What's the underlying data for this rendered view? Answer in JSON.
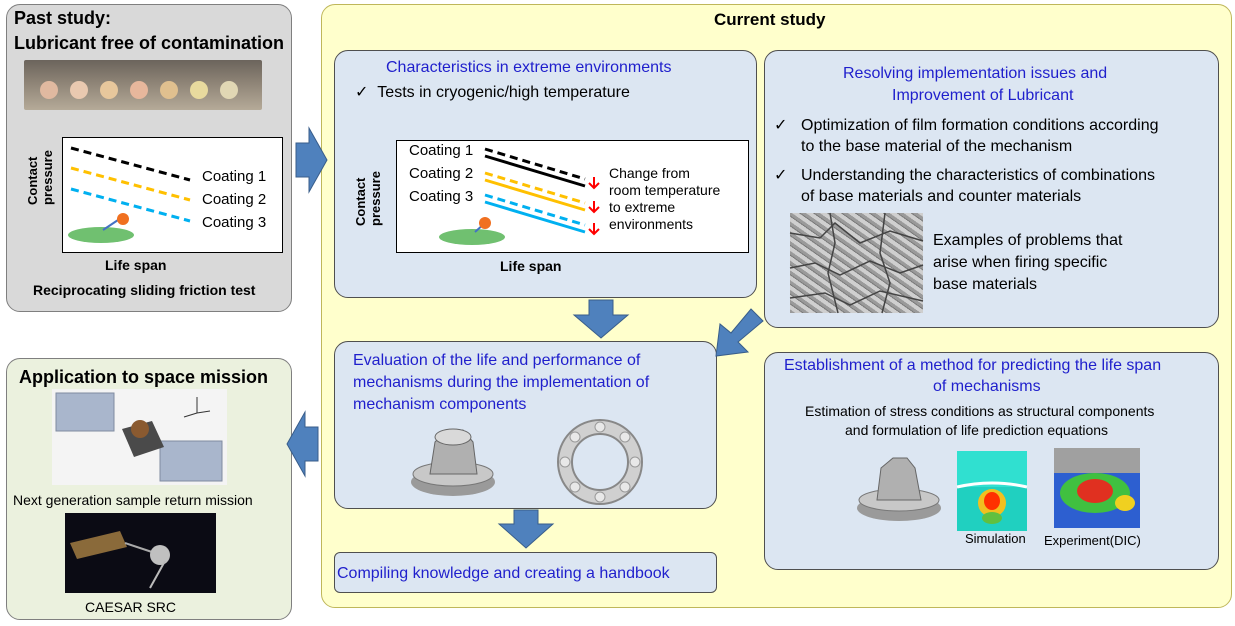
{
  "past": {
    "title_line1": "Past study:",
    "title_line2": "Lubricant free of contamination",
    "y_label_line1": "Contact",
    "y_label_line2": "pressure",
    "coatings": [
      "Coating 1",
      "Coating 2",
      "Coating 3"
    ],
    "x_label": "Life span",
    "test_caption": "Reciprocating sliding friction test"
  },
  "application": {
    "title": "Application to space mission",
    "caption1": "Next generation sample return mission",
    "caption2": "CAESAR SRC"
  },
  "current": {
    "title": "Current study",
    "characteristics": {
      "title": "Characteristics in extreme environments",
      "bullet": "Tests in cryogenic/high temperature",
      "y_label_line1": "Contact",
      "y_label_line2": "pressure",
      "coatings": [
        "Coating 1",
        "Coating 2",
        "Coating 3"
      ],
      "change_lines": [
        "Change from",
        "room temperature",
        "to extreme",
        "environments"
      ],
      "x_label": "Life span"
    },
    "resolving": {
      "title_line1": "Resolving implementation issues and",
      "title_line2": "Improvement of Lubricant",
      "bullet1_line1": "Optimization of film formation conditions according",
      "bullet1_line2": "to the base material of the mechanism",
      "bullet2_line1": "Understanding the characteristics of combinations",
      "bullet2_line2": "of base materials and counter materials",
      "example_lines": [
        "Examples of problems that",
        "arise when firing specific",
        "base materials"
      ]
    },
    "evaluation": {
      "title_lines": [
        "Evaluation of the life and performance of",
        "mechanisms during the implementation of",
        "mechanism components"
      ]
    },
    "establishment": {
      "title_line1": "Establishment of a method for predicting the life span",
      "title_line2": "of mechanisms",
      "desc_line1": "Estimation of stress conditions as structural components",
      "desc_line2": "and formulation of life prediction equations",
      "sim_label": "Simulation",
      "exp_label": "Experiment(DIC)"
    },
    "handbook": "Compiling knowledge and creating a handbook"
  },
  "colors": {
    "past_bg": "#d9d9d9",
    "app_bg": "#ebf1de",
    "current_bg": "#ffffcc",
    "panel_bg": "#dce6f2",
    "arrow_blue": "#4f81bd",
    "title_blue": "#1f1fcc",
    "coating1": "#000000",
    "coating2": "#ffc000",
    "coating3": "#00b0f0",
    "change_arrow": "#ff0000"
  },
  "icons": [
    "check-icon",
    "gear-icon",
    "bearing-icon",
    "pin-on-disk-icon",
    "block-arrow-icon"
  ]
}
